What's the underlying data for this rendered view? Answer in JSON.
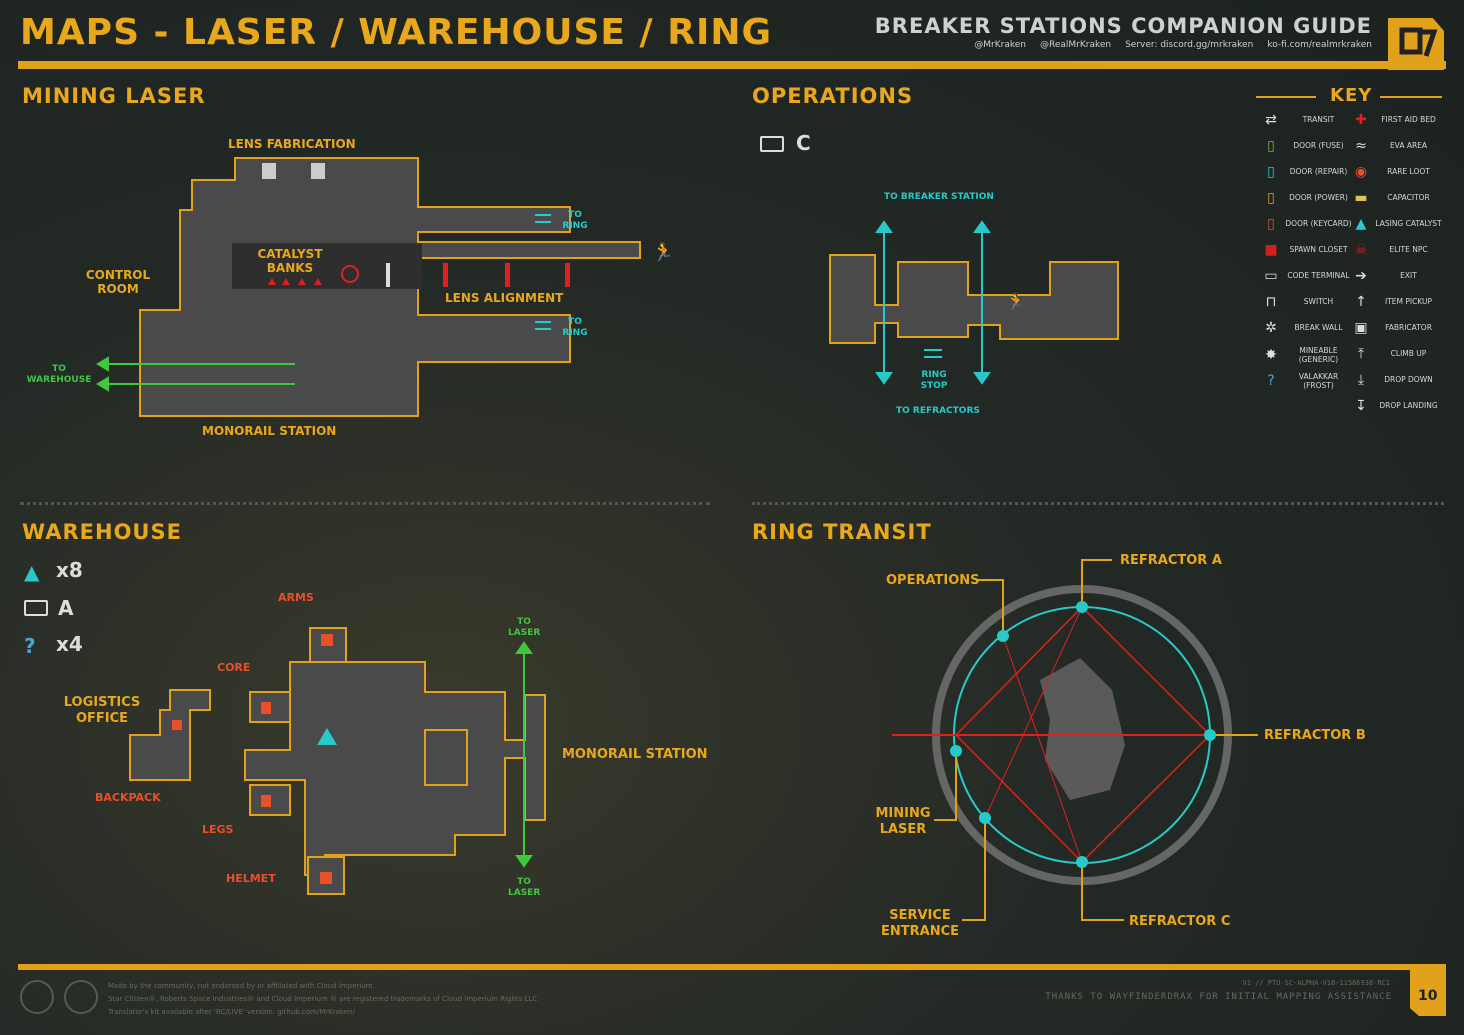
{
  "header": {
    "title": "MAPS - LASER / WAREHOUSE / RING",
    "guide": "BREAKER STATIONS COMPANION GUIDE",
    "socials": [
      "@MrKraken",
      "@RealMrKraken",
      "Server: discord.gg/mrkraken",
      "ko-fi.com/realmrkraken"
    ]
  },
  "mining_laser": {
    "title": "MINING LASER",
    "labels": {
      "lens_fab": "LENS FABRICATION",
      "catalyst": "CATALYST BANKS",
      "control": "CONTROL ROOM",
      "lens_align": "LENS ALIGNMENT",
      "monorail": "MONORAIL STATION",
      "to_ring_1": "TO RING",
      "to_ring_2": "TO RING",
      "to_warehouse": "TO WAREHOUSE"
    }
  },
  "operations": {
    "title": "OPERATIONS",
    "terminal_code": "C",
    "to_breaker": "TO BREAKER STATION",
    "ring_stop": "RING STOP",
    "to_refractors": "TO REFRACTORS"
  },
  "key": {
    "title": "KEY",
    "left": [
      "TRANSIT",
      "DOOR (FUSE)",
      "DOOR (REPAIR)",
      "DOOR (POWER)",
      "DOOR (KEYCARD)",
      "SPAWN CLOSET",
      "CODE TERMINAL",
      "SWITCH",
      "BREAK WALL",
      "MINEABLE (GENERIC)",
      "VALAKKAR (FROST)"
    ],
    "right": [
      "FIRST AID BED",
      "EVA AREA",
      "RARE LOOT",
      "CAPACITOR",
      "LASING CATALYST",
      "ELITE NPC",
      "EXIT",
      "ITEM PICKUP",
      "FABRICATOR",
      "CLIMB UP",
      "DROP DOWN",
      "DROP LANDING"
    ]
  },
  "warehouse": {
    "title": "WAREHOUSE",
    "catalyst_count": "x8",
    "terminal_code": "A",
    "valakkar_count": "x4",
    "labels": {
      "logistics": "LOGISTICS OFFICE",
      "arms": "ARMS",
      "core": "CORE",
      "backpack": "BACKPACK",
      "legs": "LEGS",
      "helmet": "HELMET",
      "monorail": "MONORAIL STATION",
      "to_laser_1": "TO LASER",
      "to_laser_2": "TO LASER"
    }
  },
  "ring": {
    "title": "RING TRANSIT",
    "labels": {
      "operations": "OPERATIONS",
      "refractor_a": "REFRACTOR A",
      "refractor_b": "REFRACTOR B",
      "refractor_c": "REFRACTOR C",
      "mining_laser": "MINING LASER",
      "service": "SERVICE ENTRANCE"
    }
  },
  "footer": {
    "disclaimer": [
      "Made by the community, not endorsed by or affiliated with Cloud Imperium.",
      "Star Citizen®, Roberts Space Industries® and Cloud Imperium ® are registered trademarks of Cloud Imperium Rights LLC",
      "Translator's kit available after 'RC/LIVE' version: github.com/MrKraken/"
    ],
    "version": "V1 // PTU-SC-ALPHA-V18-11586938-RC1",
    "thanks": "THANKS TO WAYFINDERDRAX FOR INITIAL MAPPING ASSISTANCE",
    "page": "10"
  },
  "colors": {
    "accent": "#e1a11a",
    "cyan": "#28c9c9",
    "red": "#e02020",
    "green": "#3ec83e"
  }
}
